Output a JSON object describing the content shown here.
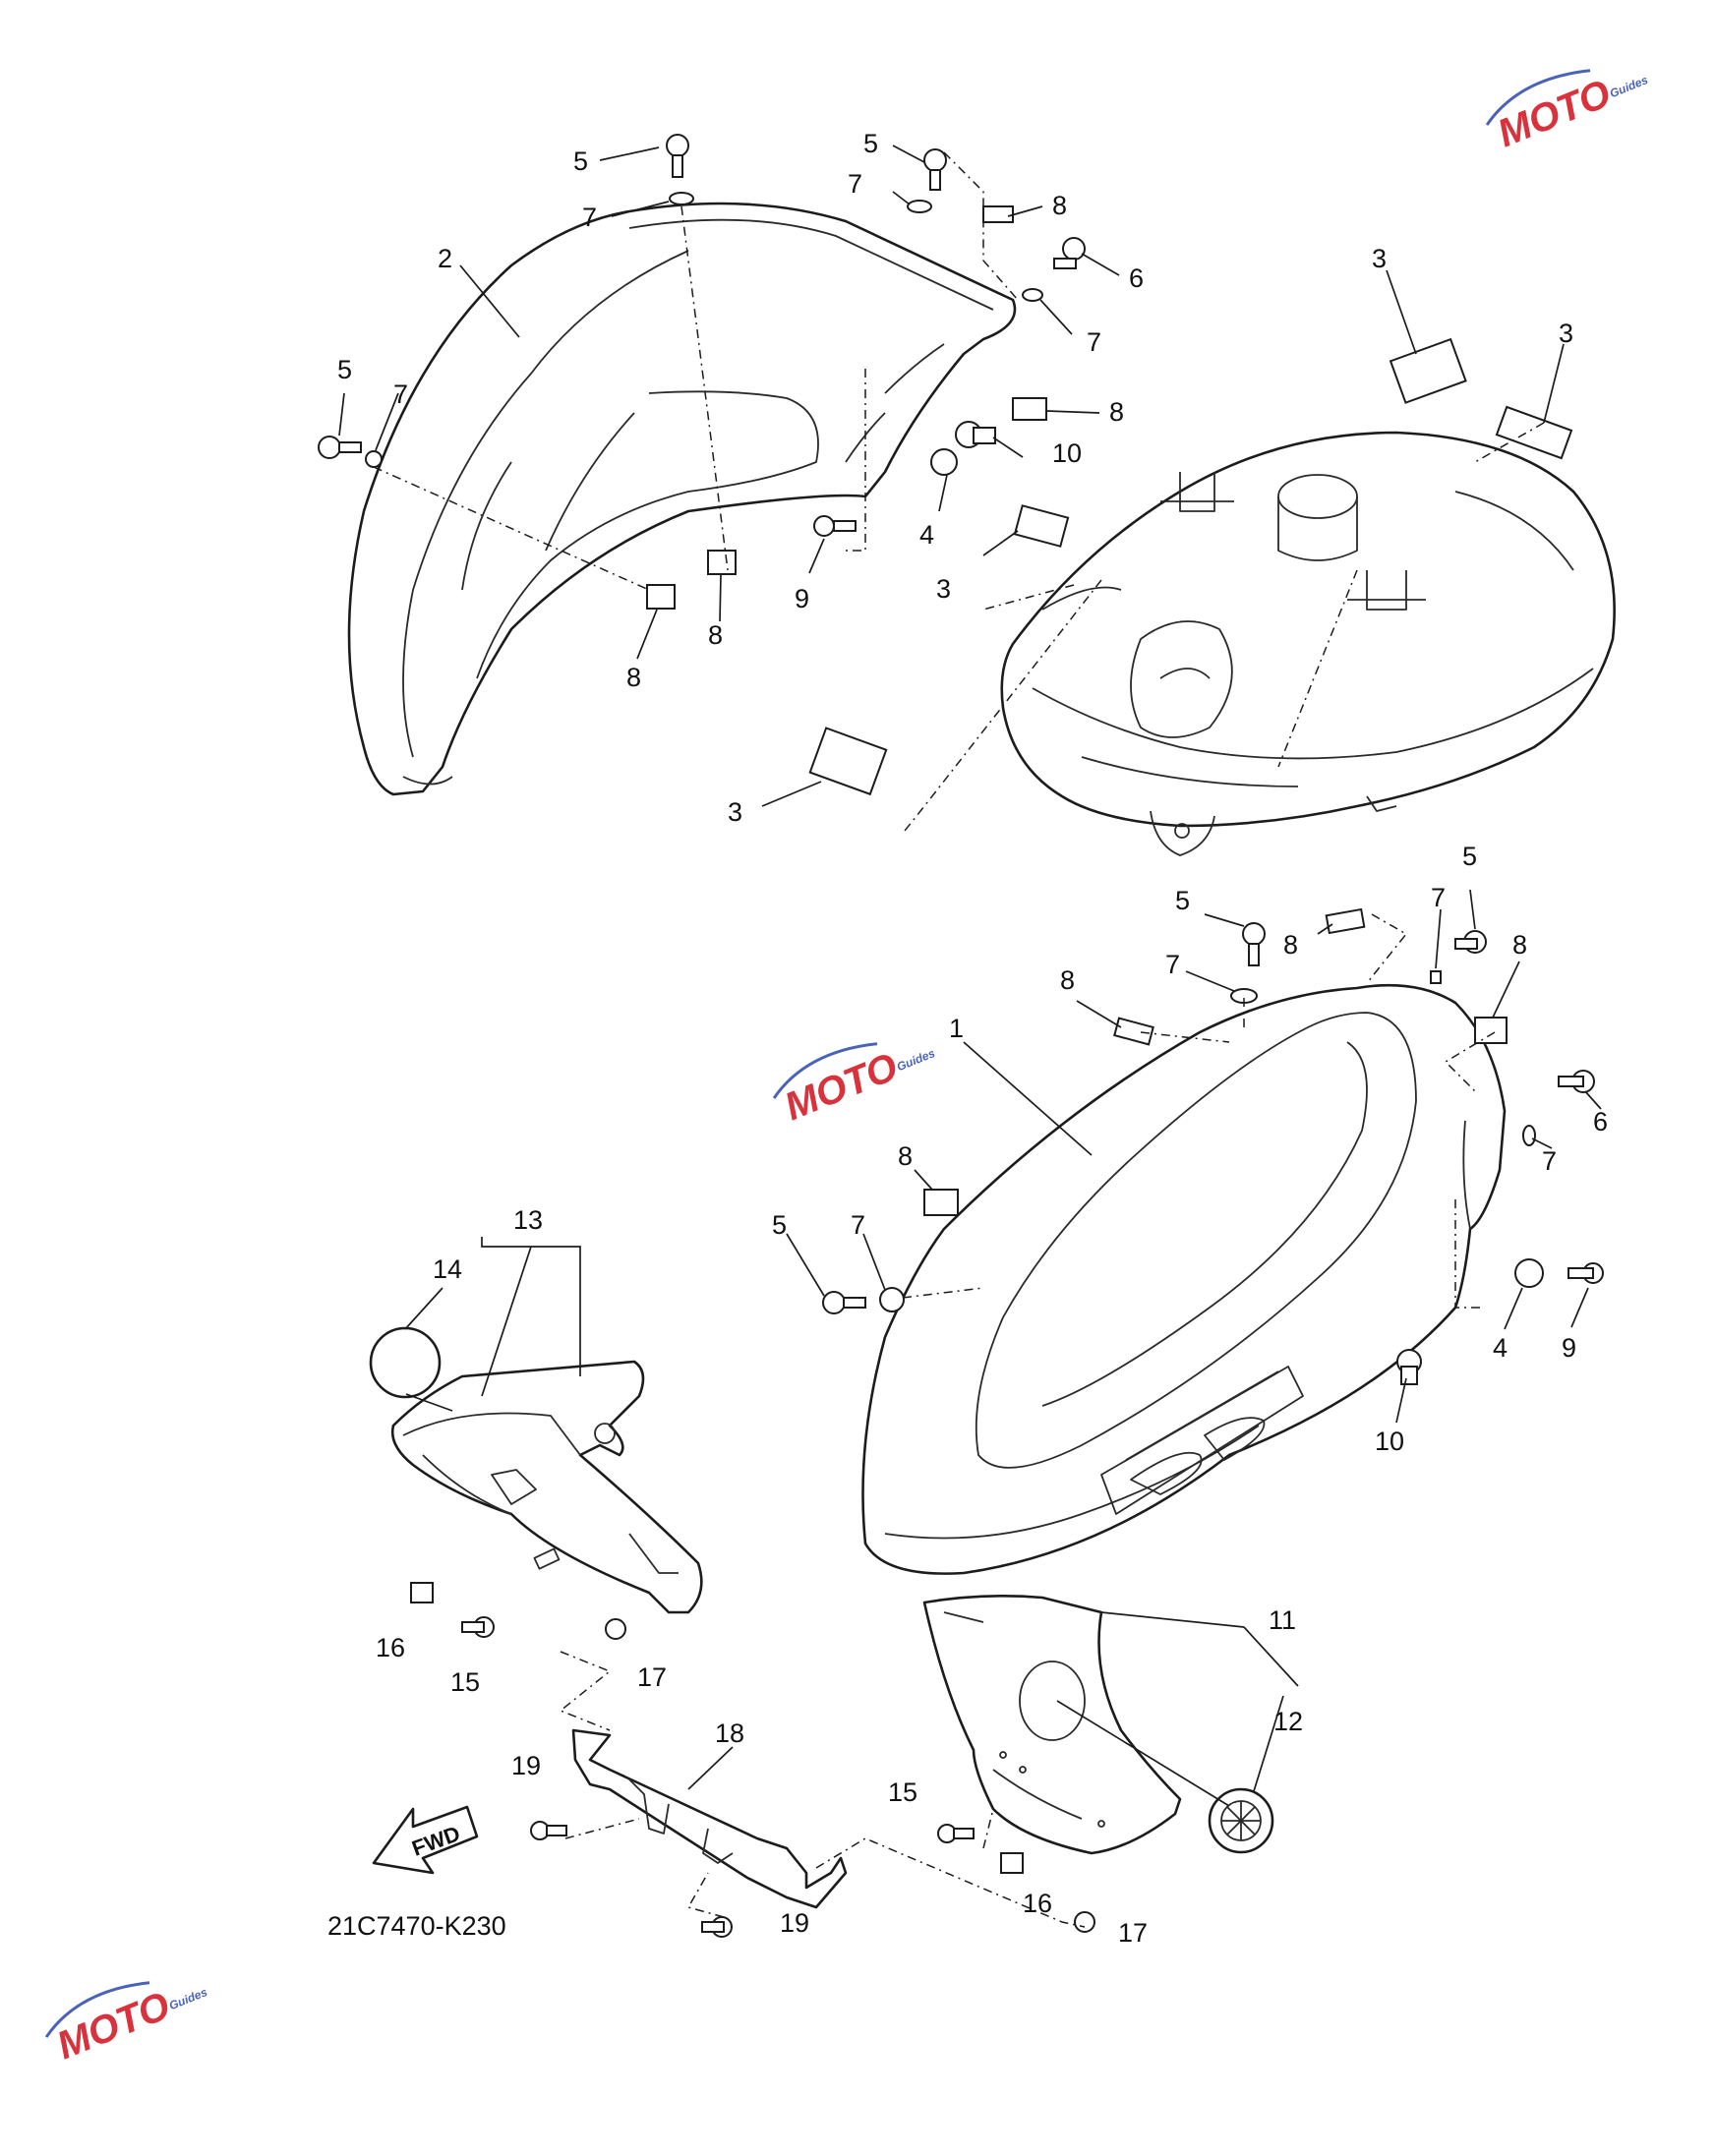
{
  "diagram_code": "21C7470-K230",
  "fwd_label": "FWD",
  "watermark": {
    "text": "MOTO",
    "subtext": "Guides",
    "color_red": "#d8333d",
    "color_blue": "#4a63b8"
  },
  "callouts": [
    {
      "id": "c2",
      "num": "2"
    },
    {
      "id": "c5a",
      "num": "5"
    },
    {
      "id": "c7a",
      "num": "7"
    },
    {
      "id": "c5b",
      "num": "5"
    },
    {
      "id": "c7b",
      "num": "7"
    },
    {
      "id": "c8a",
      "num": "8"
    },
    {
      "id": "c6a",
      "num": "6"
    },
    {
      "id": "c7c",
      "num": "7"
    },
    {
      "id": "c5c",
      "num": "5"
    },
    {
      "id": "c7d",
      "num": "7"
    },
    {
      "id": "c8b",
      "num": "8"
    },
    {
      "id": "c10a",
      "num": "10"
    },
    {
      "id": "c4a",
      "num": "4"
    },
    {
      "id": "c9a",
      "num": "9"
    },
    {
      "id": "c8c",
      "num": "8"
    },
    {
      "id": "c8d",
      "num": "8"
    },
    {
      "id": "c3a",
      "num": "3"
    },
    {
      "id": "c3b",
      "num": "3"
    },
    {
      "id": "c3c",
      "num": "3"
    },
    {
      "id": "c3d",
      "num": "3"
    },
    {
      "id": "c5d",
      "num": "5"
    },
    {
      "id": "c8e",
      "num": "8"
    },
    {
      "id": "c7e",
      "num": "7"
    },
    {
      "id": "c5e",
      "num": "5"
    },
    {
      "id": "c7f",
      "num": "7"
    },
    {
      "id": "c8f",
      "num": "8"
    },
    {
      "id": "c8g",
      "num": "8"
    },
    {
      "id": "c1",
      "num": "1"
    },
    {
      "id": "c6b",
      "num": "6"
    },
    {
      "id": "c7g",
      "num": "7"
    },
    {
      "id": "c8h",
      "num": "8"
    },
    {
      "id": "c5f",
      "num": "5"
    },
    {
      "id": "c7h",
      "num": "7"
    },
    {
      "id": "c4b",
      "num": "4"
    },
    {
      "id": "c9b",
      "num": "9"
    },
    {
      "id": "c10b",
      "num": "10"
    },
    {
      "id": "c13",
      "num": "13"
    },
    {
      "id": "c14",
      "num": "14"
    },
    {
      "id": "c16a",
      "num": "16"
    },
    {
      "id": "c15a",
      "num": "15"
    },
    {
      "id": "c17a",
      "num": "17"
    },
    {
      "id": "c11",
      "num": "11"
    },
    {
      "id": "c12",
      "num": "12"
    },
    {
      "id": "c18",
      "num": "18"
    },
    {
      "id": "c19a",
      "num": "19"
    },
    {
      "id": "c19b",
      "num": "19"
    },
    {
      "id": "c15b",
      "num": "15"
    },
    {
      "id": "c16b",
      "num": "16"
    },
    {
      "id": "c17b",
      "num": "17"
    }
  ]
}
